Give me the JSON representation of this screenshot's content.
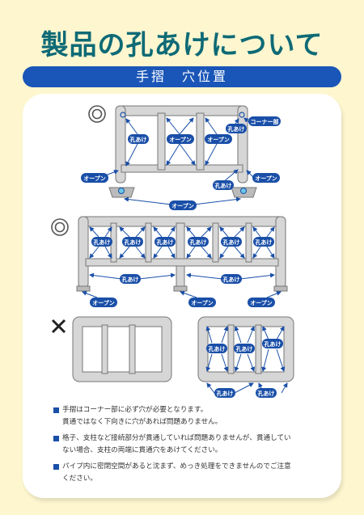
{
  "header": {
    "title": "製品の孔あけについて",
    "subtitle": "手摺　穴位置"
  },
  "diagram": {
    "label_hole": "孔あけ",
    "label_open": "オープン",
    "label_corner": "コーナー部",
    "mark_good": "◎",
    "mark_bad": "×"
  },
  "notes": [
    "手摺はコーナー部に必ず穴が必要となります。",
    "貫通ではなく下向きに穴があれば問題ありません。",
    "格子、支柱など接続部分が貫通していれば問題ありませんが、貫通してい",
    "ない場合、支柱の両端に貫通穴をあけてください。",
    "パイプ内に密閉空間があると沈まず、めっき処理をできませんのでご注意",
    "ください。"
  ]
}
